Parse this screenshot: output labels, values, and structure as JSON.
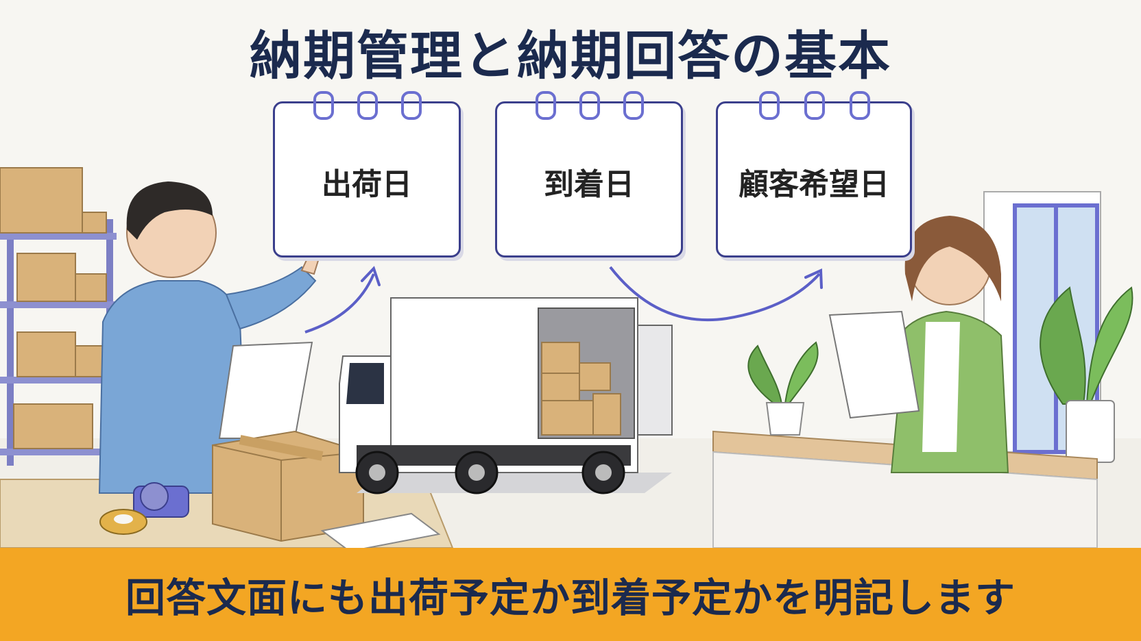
{
  "header": {
    "title": "納期管理と納期回答の基本"
  },
  "calendars": [
    {
      "label": "出荷日"
    },
    {
      "label": "到着日"
    },
    {
      "label": "顧客希望日"
    }
  ],
  "footer": {
    "caption": "回答文面にも出荷予定か到着予定かを明記します"
  },
  "colors": {
    "title_text": "#1b2a4e",
    "calendar_border": "#3b3f8c",
    "calendar_ring": "#6b6fd0",
    "arrow": "#5b5fc7",
    "footer_bar": "#f3a623",
    "cardboard": "#d9b27a",
    "shirt_blue": "#7aa6d6",
    "cardigan_green": "#8fbf6a"
  },
  "icons": [
    "calendar-icon",
    "arrow-icon",
    "truck-icon",
    "box-icon",
    "plant-icon",
    "tape-dispenser-icon",
    "paper-icon"
  ]
}
